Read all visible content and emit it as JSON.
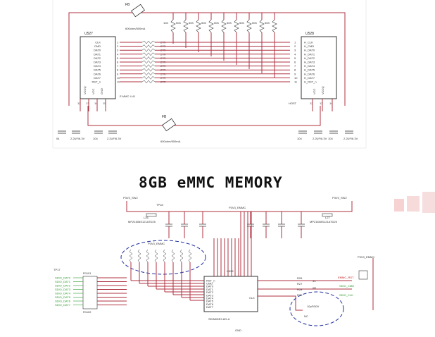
{
  "title": "8GB eMMC MEMORY",
  "upper": {
    "ferrite_top": {
      "ref": "FB",
      "value": "600ohm/500mA"
    },
    "ferrite_bottom": {
      "ref": "FB",
      "value": "600ohm/500mA"
    },
    "pullups": [
      "10K",
      "50K",
      "50K",
      "50K",
      "50K",
      "50K",
      "50K",
      "50K",
      "50K"
    ],
    "u527": {
      "ref": "U527",
      "name": "E.MMC 4.41",
      "pins": [
        "CLK",
        "CMD",
        "DAT0",
        "DAT1",
        "DAT2",
        "DAT3",
        "DAT4",
        "DAT5",
        "DAT6",
        "DAT7",
        "RST_n"
      ],
      "pin_nums": [
        "1",
        "2",
        "3",
        "4",
        "5",
        "6",
        "7",
        "8",
        "9",
        "10",
        "11"
      ],
      "power_pins": [
        "VCCQ",
        "VCC",
        "GND"
      ],
      "power_nums": [
        "12",
        "13",
        "14",
        "15"
      ]
    },
    "u528": {
      "ref": "U528",
      "name": "HOST",
      "pins": [
        "H_CLK",
        "H_CMD",
        "H_DAT0",
        "H_DAT1",
        "H_DAT2",
        "H_DAT3",
        "H_DAT4",
        "H_DAT5",
        "H_DAT6",
        "H_DAT7",
        "H_RST_n"
      ],
      "pin_nums": [
        "1",
        "2",
        "3",
        "4",
        "5",
        "6",
        "7",
        "8",
        "9",
        "10",
        "11"
      ],
      "power_pins": [
        "VCC",
        "VCCQ"
      ],
      "power_nums": [
        "12",
        "13",
        "14"
      ]
    },
    "series_res": "27R",
    "caps_left": [
      "04",
      "2.2UF/6.3V",
      "104",
      "2.2UF/6.3V"
    ],
    "caps_right": [
      "104",
      "2.2UF/6.3V",
      "104",
      "2.2UF/6.3V"
    ]
  },
  "lower": {
    "net_left": "P3V3_SW2",
    "net_right": "P3V3_SW2",
    "net_mid": "P3V3_EMMC",
    "tp_left": "TP18",
    "inductor_left": "L26",
    "inductor_left_part": "MPZ1608S121ATD25",
    "inductor_right": "L27",
    "inductor_right_part": "MPZ1608S121ATD25",
    "pack_label": "P3V3_EMMC",
    "u525": {
      "ref": "U525",
      "part": "SDIN8DE2-8G-A",
      "pins_left": [
        "RST_n",
        "CMD",
        "DAT0",
        "DAT1",
        "DAT2",
        "DAT3",
        "DAT4",
        "DAT5",
        "DAT6",
        "DAT7"
      ],
      "clk": "CLK"
    },
    "res_array": "R1101",
    "res_array2": "R1102",
    "tp_bl": "TP17",
    "nets_green": [
      "SDIO_DAT0",
      "SDIO_DAT1",
      "SDIO_DAT2",
      "SDIO_DAT3",
      "SDIO_DAT4",
      "SDIO_DAT5",
      "SDIO_DAT6",
      "SDIO_DAT7"
    ],
    "right_net": "P3V3_EMMC",
    "green_right": [
      "SDIO_CMD",
      "SDIO_CLK"
    ],
    "red_right": [
      "EMMC_RST"
    ],
    "nc": "NC",
    "gnd": "GND",
    "cap_value": "10pF/50V",
    "u_r": [
      "R26",
      "R27",
      "R28",
      "R29"
    ],
    "u_r_val": [
      "33",
      "0R"
    ]
  }
}
